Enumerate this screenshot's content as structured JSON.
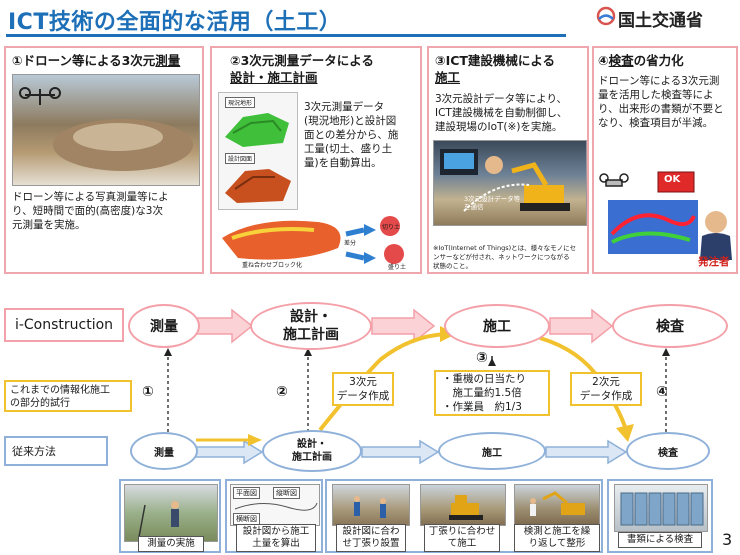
{
  "header": {
    "title": "ICT技術の全面的な活用（土工）",
    "ministry": "国土交通省"
  },
  "panels": [
    {
      "title": "①ドローン等による3次元",
      "title_u": "測量",
      "text": [
        "ドローン等による写真測量等によ",
        "り、短時間で面的(高密度)な3次",
        "元測量を実施。"
      ]
    },
    {
      "title": "②3次元測量データによる",
      "title_u": "設計・施工計画",
      "text": [
        "3次元測量データ",
        "(現況地形)と設計図",
        "面との差分から、施",
        "工量(切土、盛り土",
        "量)を自動算出。"
      ],
      "img_labels": {
        "current": "現況地形",
        "design": "設計図面",
        "overlay": "重ね合わせブロック化",
        "diff": "差分",
        "cut": "切り土",
        "fill": "盛り土"
      }
    },
    {
      "title": "③ICT建設機械による",
      "title_u": "施工",
      "text": [
        "3次元設計データ等により、",
        "ICT建設機械を自動制御し、",
        "建設現場のIoT(※)を実施。"
      ],
      "photo_label": "3次元設計データ等を通信",
      "note": [
        "※IoT(Internet of Things)とは、様々なモノにセ",
        "ンサーなどが付され、ネットワークにつながる",
        "状態のこと。"
      ]
    },
    {
      "title": "④",
      "title_u": "検査",
      "title_after": "の省力化",
      "text": [
        "ドローン等による3次元測",
        "量を活用した検査等によ",
        "り、出来形の書類が不要と",
        "なり、検査項目が半減。"
      ],
      "ok": "OK",
      "orderer": "発注者"
    }
  ],
  "flow": {
    "iconstruction_label": "i-Construction",
    "steps": [
      "測量",
      "設計・",
      "施工計画",
      "施工",
      "検査"
    ],
    "partial_label": [
      "これまでの情報化施工",
      "の部分的試行"
    ],
    "markers": [
      "①",
      "②",
      "③",
      "④"
    ],
    "data3d": [
      "3次元",
      "データ作成"
    ],
    "data2d": [
      "2次元",
      "データ作成"
    ],
    "effects": [
      "・重機の日当たり",
      "　施工量約1.5倍",
      "・作業員　約1/3"
    ],
    "conventional_label": "従来方法",
    "conv_steps": [
      "測量",
      "設計・",
      "施工計画",
      "施工",
      "検査"
    ]
  },
  "photos": {
    "survey": "測量の実施",
    "plan_plane": "平面図",
    "plan_section": "縦断図",
    "plan_cross": "横断図",
    "design": [
      "設計図から施工",
      "土量を算出"
    ],
    "stake": [
      "設計図に合わ",
      "せ丁張り設置"
    ],
    "construct": [
      "丁張りに合わせ",
      "て施工"
    ],
    "repeat": [
      "検測と施工を繰",
      "り返して整形"
    ],
    "inspect": "書類による検査"
  },
  "page_number": "3"
}
